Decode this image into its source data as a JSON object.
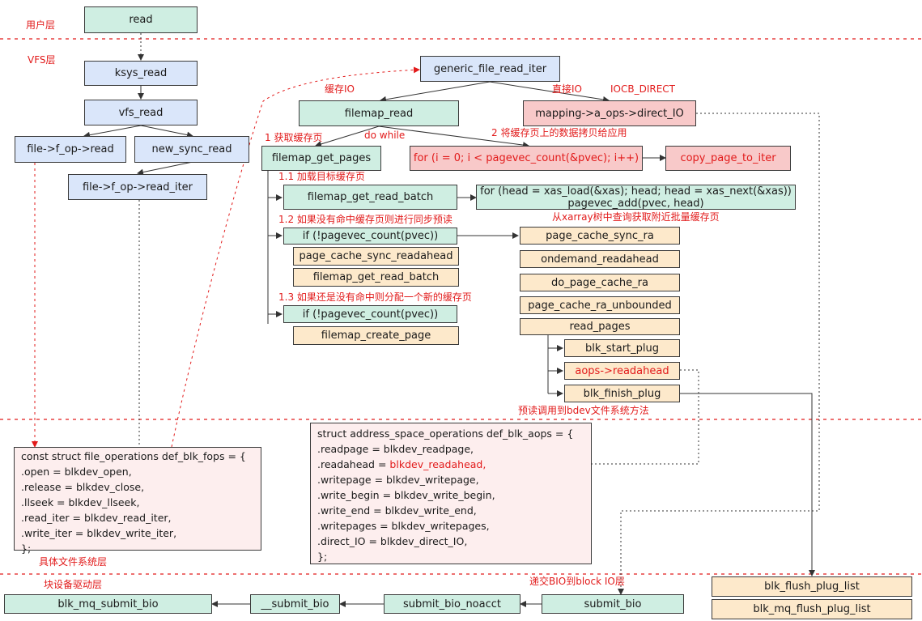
{
  "layers": {
    "user": "用户层",
    "vfs": "VFS层",
    "fs": "具体文件系统层",
    "driver": "块设备驱动层"
  },
  "nodes": {
    "read": "read",
    "ksys_read": "ksys_read",
    "vfs_read": "vfs_read",
    "f_op_read": "file->f_op->read",
    "new_sync_read": "new_sync_read",
    "f_op_read_iter": "file->f_op->read_iter",
    "generic_file_read_iter": "generic_file_read_iter",
    "filemap_read": "filemap_read",
    "direct_io": "mapping->a_ops->direct_IO",
    "filemap_get_pages": "filemap_get_pages",
    "for_pagevec": "for (i = 0; i < pagevec_count(&pvec); i++)",
    "copy_page_to_iter": "copy_page_to_iter",
    "filemap_get_read_batch": "filemap_get_read_batch",
    "for_xas_line1": "for (head = xas_load(&xas); head; head = xas_next(&xas))",
    "for_xas_line2": "pagevec_add(pvec, head)",
    "if_pagevec_1": "if (!pagevec_count(pvec))",
    "page_cache_sync_readahead": "page_cache_sync_readahead",
    "filemap_get_read_batch_2": "filemap_get_read_batch",
    "if_pagevec_2": "if (!pagevec_count(pvec))",
    "filemap_create_page": "filemap_create_page",
    "page_cache_sync_ra": "page_cache_sync_ra",
    "ondemand_readahead": "ondemand_readahead",
    "do_page_cache_ra": "do_page_cache_ra",
    "page_cache_ra_unbounded": "page_cache_ra_unbounded",
    "read_pages": "read_pages",
    "blk_start_plug": "blk_start_plug",
    "aops_readahead": "aops->readahead",
    "blk_finish_plug": "blk_finish_plug",
    "blk_flush_plug_list": "blk_flush_plug_list",
    "blk_mq_flush_plug_list": "blk_mq_flush_plug_list",
    "submit_bio": "submit_bio",
    "submit_bio_noacct": "submit_bio_noacct",
    "__submit_bio": "__submit_bio",
    "blk_mq_submit_bio": "blk_mq_submit_bio"
  },
  "annotations": {
    "cache_io": "缓存IO",
    "direct_io": "直接IO",
    "iocb_direct": "IOCB_DIRECT",
    "step1": "1 获取缓存页",
    "do_while": "do while",
    "step2": "2 将缓存页上的数据拷贝给应用",
    "step1_1": "1.1 加载目标缓存页",
    "xarray_note": "从xarray树中查询获取附近批量缓存页",
    "step1_2": "1.2 如果没有命中缓存页则进行同步预读",
    "step1_3": "1.3 如果还是没有命中则分配一个新的缓存页",
    "readahead_note": "预读调用到bdev文件系统方法",
    "submit_note": "递交BIO到block IO层"
  },
  "fops": {
    "lines": [
      "const struct file_operations def_blk_fops = {",
      "    .open       = blkdev_open,",
      "    .release     = blkdev_close,",
      "    .llseek     = blkdev_llseek,",
      "    .read_iter  = blkdev_read_iter,",
      "    .write_iter = blkdev_write_iter,",
      "};"
    ]
  },
  "aops": {
    "line0": "struct address_space_operations def_blk_aops = {",
    "line1": "    .readpage   = blkdev_readpage,",
    "line2_prefix": "    .readahead  = ",
    "line2_red": "blkdev_readahead,",
    "line3": "    .writepage  = blkdev_writepage,",
    "line4": "    .write_begin    = blkdev_write_begin,",
    "line5": "    .write_end  = blkdev_write_end,",
    "line6": "    .writepages  = blkdev_writepages,",
    "line7": "    .direct_IO  = blkdev_direct_IO,",
    "line8": "};"
  },
  "colors": {
    "green": "#cfeee2",
    "blue": "#dae6fa",
    "orange": "#fde9cb",
    "pink": "#f8c9c9",
    "lightpink": "#fdeeee",
    "red": "#e21b1b",
    "line": "#333333"
  }
}
